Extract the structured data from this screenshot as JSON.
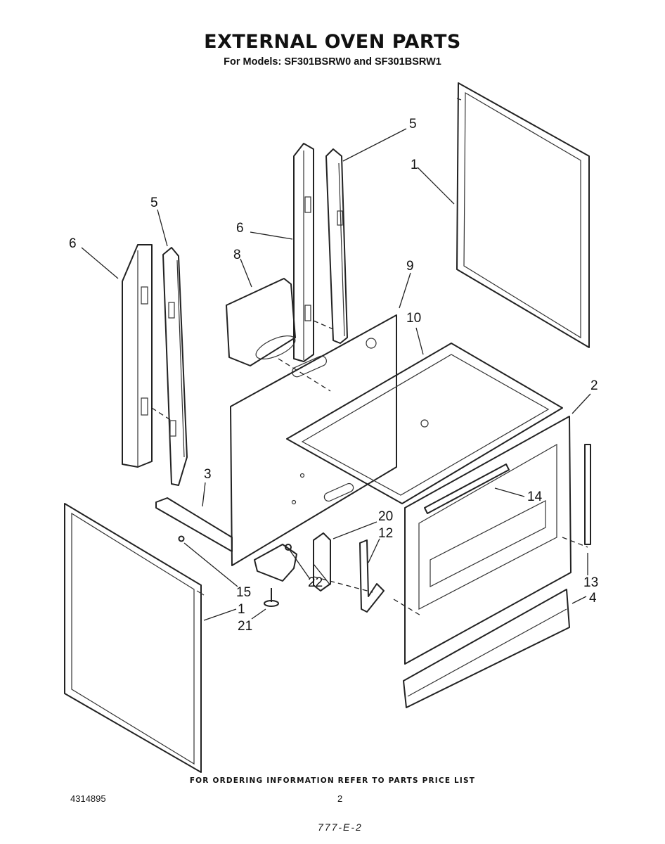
{
  "title": "EXTERNAL OVEN PARTS",
  "subtitle": "For Models: SF301BSRW0 and SF301BSRW1",
  "footer": "FOR ORDERING INFORMATION REFER TO PARTS PRICE LIST",
  "doc_number": "4314895",
  "page_number": "2",
  "handwritten_note": "777-E-2",
  "callouts": {
    "c1_right": "1",
    "c1_left": "1",
    "c2": "2",
    "c3": "3",
    "c4": "4",
    "c5_right": "5",
    "c5_left": "5",
    "c6_mid": "6",
    "c6_left": "6",
    "c8": "8",
    "c9": "9",
    "c10": "10",
    "c12": "12",
    "c13": "13",
    "c14": "14",
    "c15": "15",
    "c20": "20",
    "c21": "21",
    "c22": "22"
  }
}
